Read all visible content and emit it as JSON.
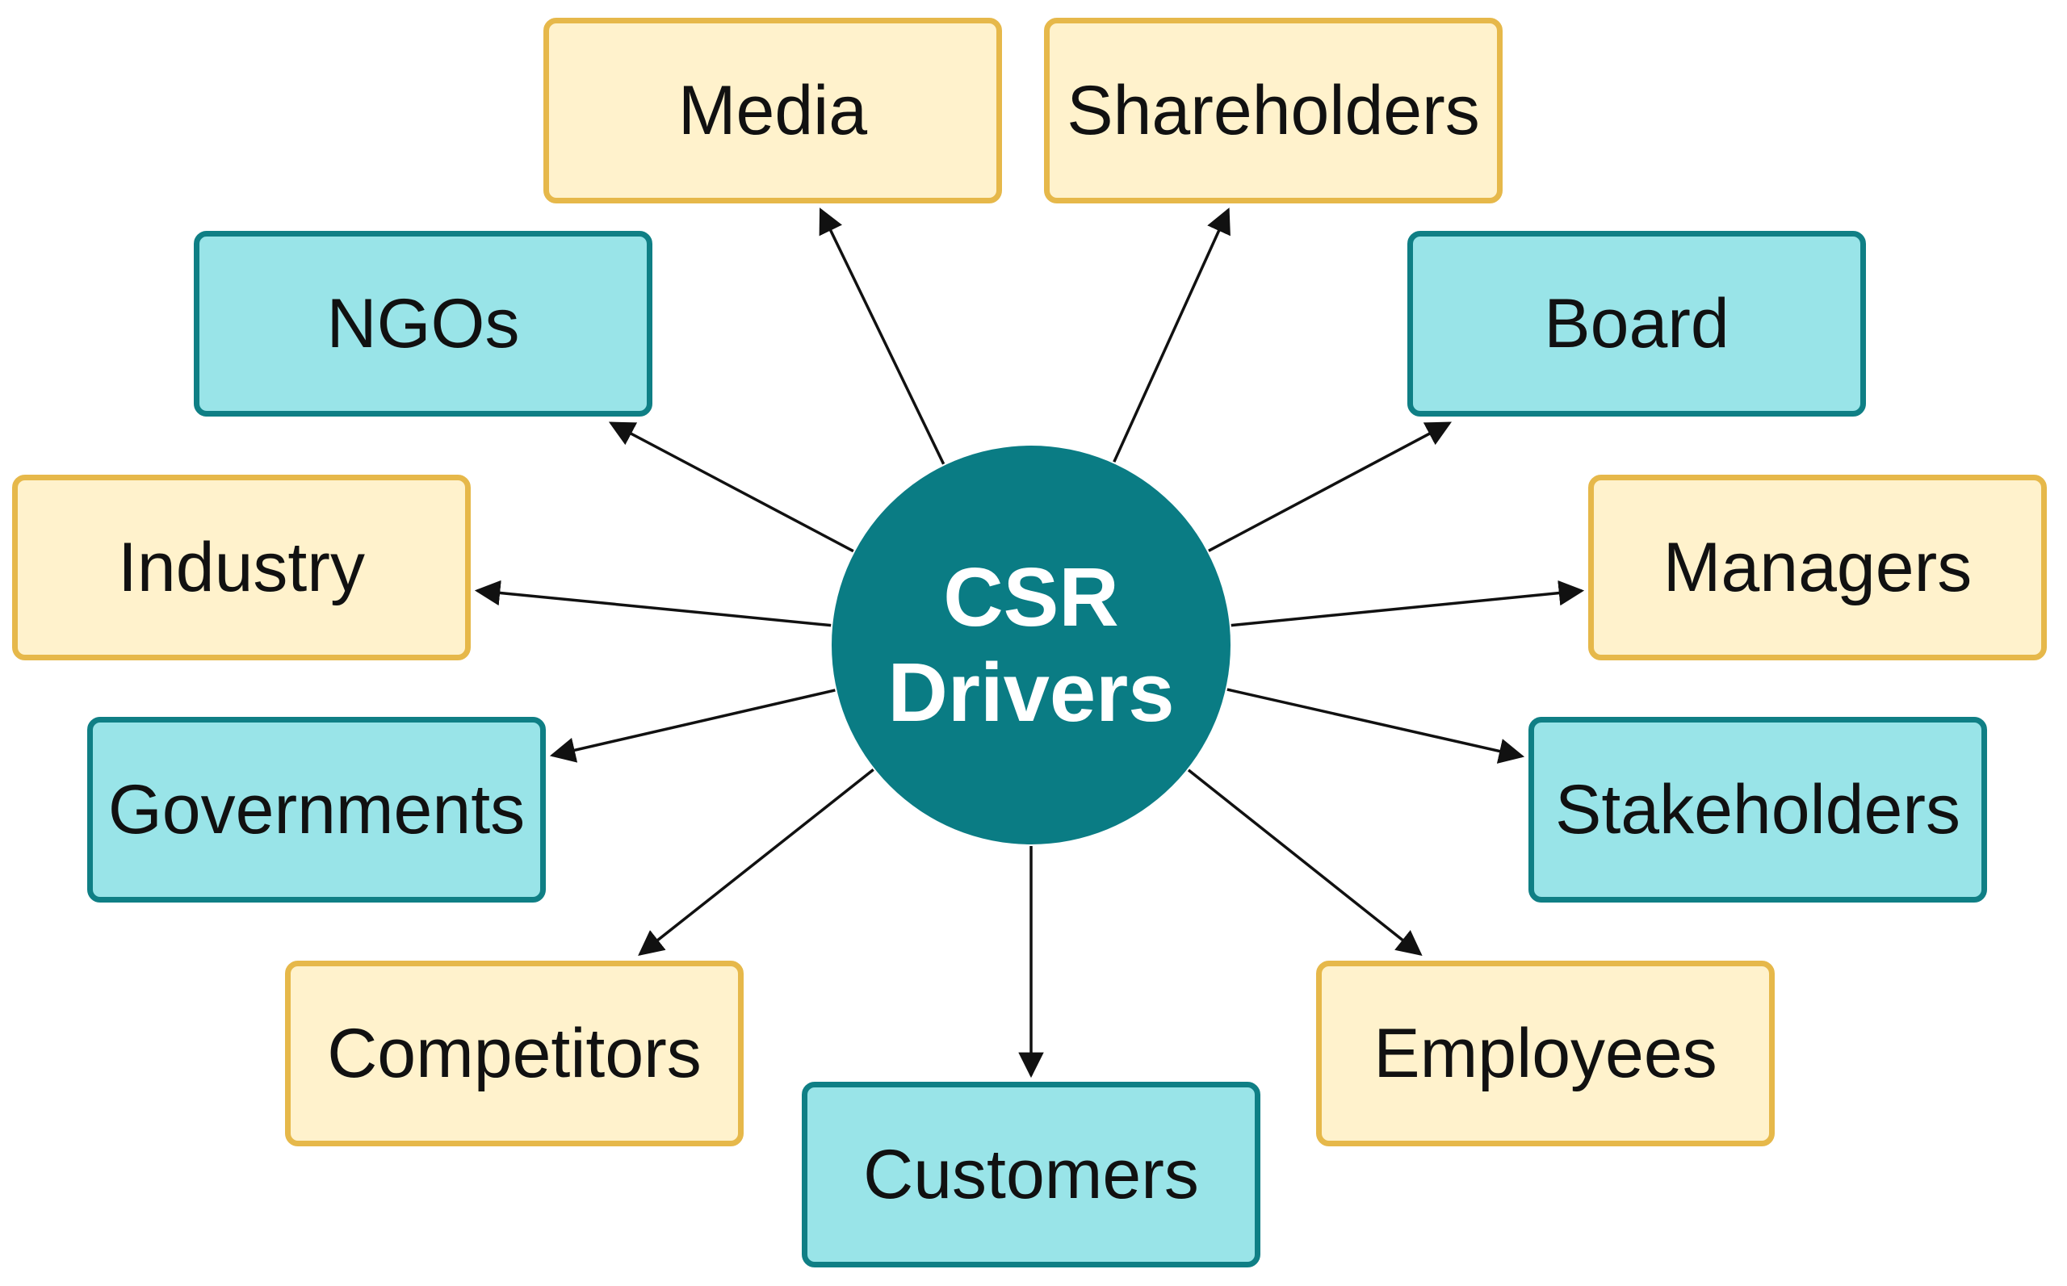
{
  "center": {
    "line1": "CSR",
    "line2": "Drivers"
  },
  "nodes": [
    {
      "id": "media",
      "label": "Media",
      "style": "yellow"
    },
    {
      "id": "shareholders",
      "label": "Shareholders",
      "style": "yellow"
    },
    {
      "id": "ngos",
      "label": "NGOs",
      "style": "teal"
    },
    {
      "id": "board",
      "label": "Board",
      "style": "teal"
    },
    {
      "id": "industry",
      "label": "Industry",
      "style": "yellow"
    },
    {
      "id": "managers",
      "label": "Managers",
      "style": "yellow"
    },
    {
      "id": "governments",
      "label": "Governments",
      "style": "teal"
    },
    {
      "id": "stakeholders",
      "label": "Stakeholders",
      "style": "teal"
    },
    {
      "id": "competitors",
      "label": "Competitors",
      "style": "yellow"
    },
    {
      "id": "employees",
      "label": "Employees",
      "style": "yellow"
    },
    {
      "id": "customers",
      "label": "Customers",
      "style": "teal"
    }
  ],
  "edges": [
    {
      "from": "center",
      "to": "media"
    },
    {
      "from": "center",
      "to": "shareholders"
    },
    {
      "from": "center",
      "to": "ngos"
    },
    {
      "from": "center",
      "to": "board"
    },
    {
      "from": "center",
      "to": "industry"
    },
    {
      "from": "center",
      "to": "managers"
    },
    {
      "from": "center",
      "to": "governments"
    },
    {
      "from": "center",
      "to": "stakeholders"
    },
    {
      "from": "center",
      "to": "competitors"
    },
    {
      "from": "center",
      "to": "employees"
    },
    {
      "from": "center",
      "to": "customers"
    }
  ],
  "colors": {
    "yellow_fill": "#fff2cc",
    "yellow_border": "#e6b84a",
    "teal_fill": "#99e4e8",
    "teal_border": "#0f7f85",
    "center_fill": "#0a7c84",
    "arrow": "#111111"
  }
}
